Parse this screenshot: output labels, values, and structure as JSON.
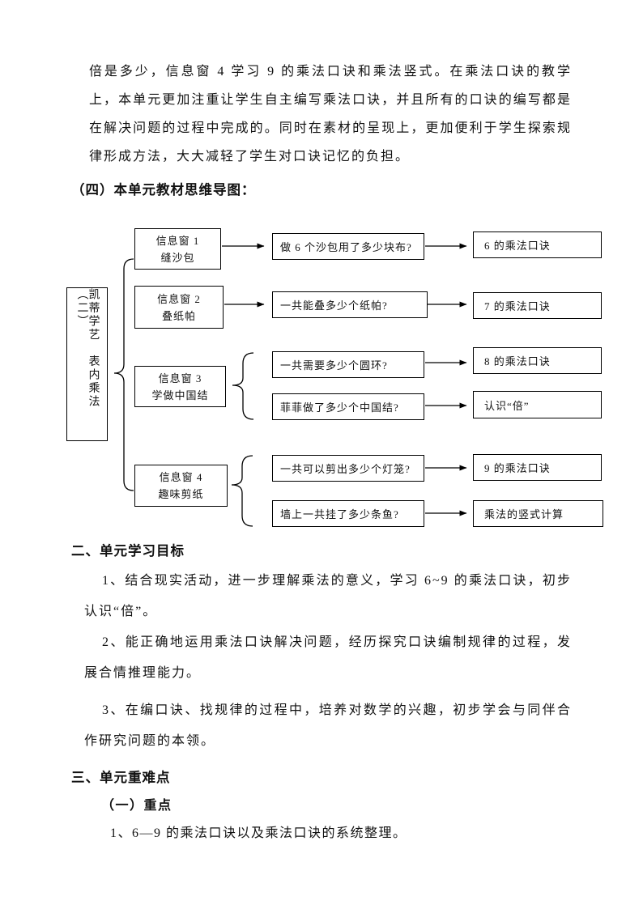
{
  "document": {
    "intro_paragraph": "倍是多少，信息窗 4 学习 9 的乘法口诀和乘法竖式。在乘法口诀的教学上，本单元更加注重让学生自主编写乘法口诀，并且所有的口诀的编写都是在解决问题的过程中完成的。同时在素材的呈现上，更加便利于学生探索规律形成方法，大大减轻了学生对口诀记忆的负担。",
    "mindmap_heading": "（四）本单元教材思维导图：",
    "goals_heading": "二、单元学习目标",
    "goals": [
      "1、结合现实活动，进一步理解乘法的意义，学习 6~9 的乘法口诀，初步认识“倍”。",
      "2、能正确地运用乘法口诀解决问题，经历探究口诀编制规律的过程，发展合情推理能力。",
      "3、在编口诀、找规律的过程中，培养对数学的兴趣，初步学会与同伴合作研究问题的本领。"
    ],
    "key_section_heading": "三、单元重难点",
    "key_sub_heading": "（一）重点",
    "key_item": "1、6—9 的乘法口诀以及乘法口诀的系统整理。"
  },
  "diagram": {
    "root": "凯蒂学艺　表内乘法（二）",
    "branches": [
      {
        "window": "信息窗 1",
        "topic": "缝沙包",
        "items": [
          {
            "question": "做 6 个沙包用了多少块布?",
            "result": "6 的乘法口诀"
          }
        ]
      },
      {
        "window": "信息窗 2",
        "topic": "叠纸帕",
        "items": [
          {
            "question": "一共能叠多少个纸帕?",
            "result": "7 的乘法口诀"
          }
        ]
      },
      {
        "window": "信息窗 3",
        "topic": "学做中国结",
        "items": [
          {
            "question": "一共需要多少个圆环?",
            "result": "8 的乘法口诀"
          },
          {
            "question": "菲菲做了多少个中国结?",
            "result": "认识“倍”"
          }
        ]
      },
      {
        "window": "信息窗 4",
        "topic": "趣味剪纸",
        "items": [
          {
            "question": "一共可以剪出多少个灯笼?",
            "result": "9 的乘法口诀"
          },
          {
            "question": "墙上一共挂了多少条鱼?",
            "result": "乘法的竖式计算"
          }
        ]
      }
    ]
  }
}
